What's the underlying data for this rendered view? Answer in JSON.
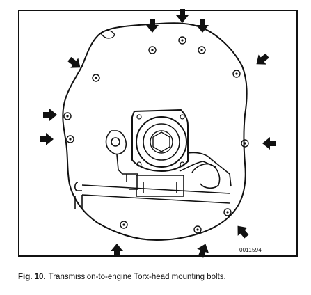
{
  "figure": {
    "reference_number": "0011594",
    "caption_label": "Fig. 10.",
    "caption_text": "Transmission-to-engine Torx-head mounting bolts."
  },
  "colors": {
    "ink": "#111111",
    "background": "#ffffff"
  }
}
